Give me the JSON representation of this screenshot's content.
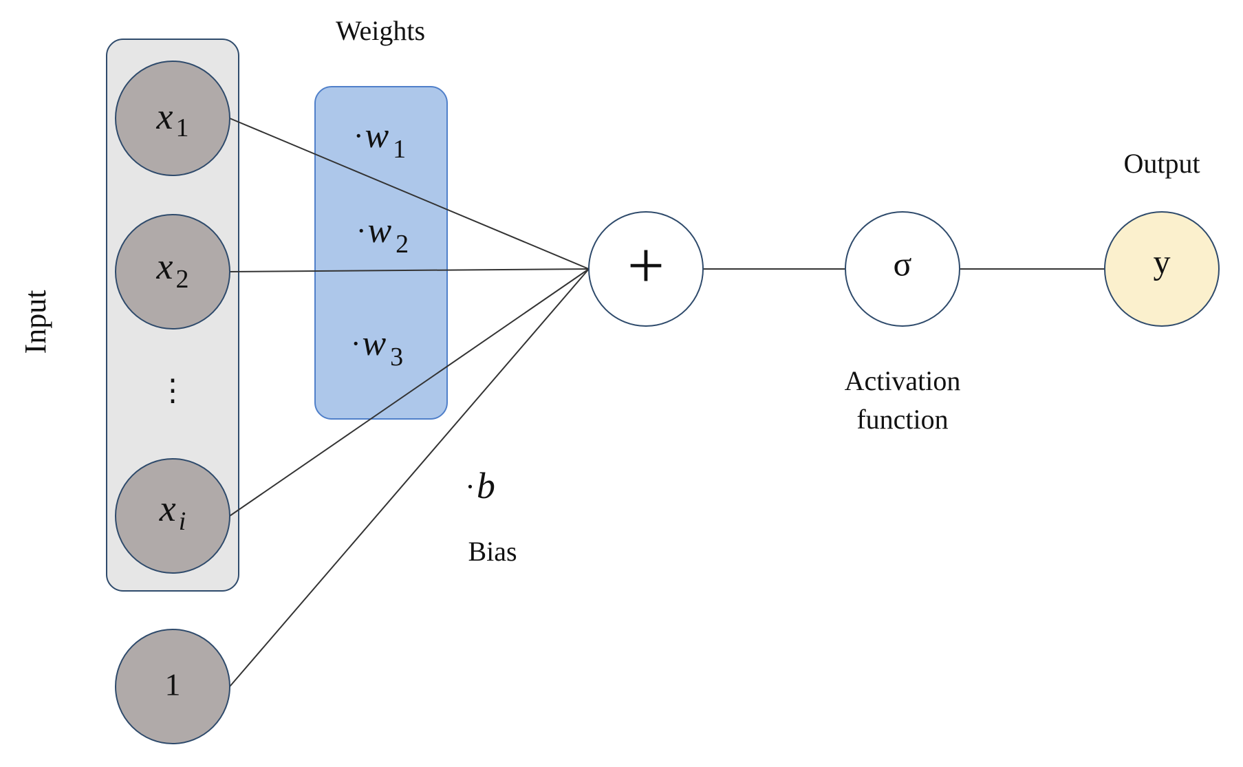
{
  "labels": {
    "input": "Input",
    "weights": "Weights",
    "output": "Output",
    "bias": "Bias",
    "activation_line1": "Activation",
    "activation_line2": "function"
  },
  "inputs": [
    {
      "var": "x",
      "sub": "1"
    },
    {
      "var": "x",
      "sub": "2"
    },
    {
      "var": "x",
      "sub": "i"
    }
  ],
  "ellipsis": "⋮",
  "bias_node": "1",
  "weights": [
    {
      "dot": "·",
      "var": "w",
      "sub": "1"
    },
    {
      "dot": "·",
      "var": "w",
      "sub": "2"
    },
    {
      "dot": "·",
      "var": "w",
      "sub": "3"
    }
  ],
  "bias_term": {
    "dot": "·",
    "var": "b"
  },
  "sum_symbol": "+",
  "activation_symbol": "σ",
  "output_symbol": "y",
  "colors": {
    "input_node_fill": "#b0aaa9",
    "input_panel_fill": "#e6e6e6",
    "weights_panel_fill": "#adc7ea",
    "weights_panel_stroke": "#4f7fc9",
    "output_node_fill": "#fbf0cd",
    "node_stroke": "#2e4a6b"
  }
}
